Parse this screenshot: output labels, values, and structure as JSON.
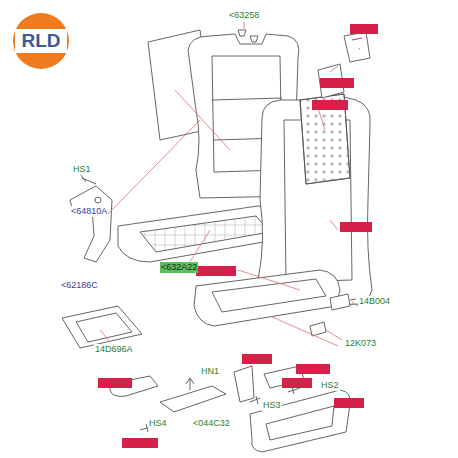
{
  "diagram": {
    "nodes": [
      {
        "text": [
          "RLD"
        ]
      }
    ],
    "labels": [
      "<63258",
      "HS1",
      "<64810A",
      "<62186C",
      "<632A22",
      "14D696A",
      "14B004",
      "12K073",
      "HN1",
      "HS2",
      "HS3",
      "HS4",
      "<044C32"
    ]
  }
}
